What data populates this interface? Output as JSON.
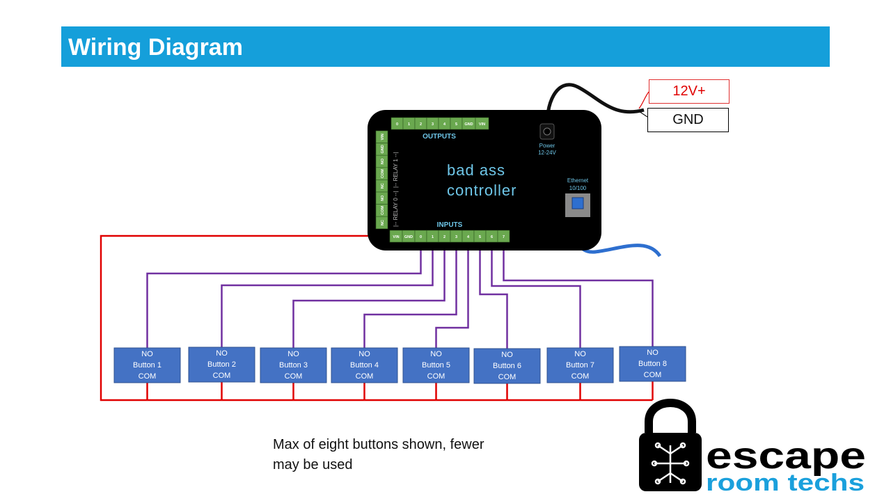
{
  "title": "Wiring Diagram",
  "power_labels": {
    "positive": "12V+",
    "ground": "GND"
  },
  "controller": {
    "name_line1": "bad ass",
    "name_line2": "controller",
    "outputs_label": "OUTPUTS",
    "inputs_label": "INPUTS",
    "power_label_line1": "Power",
    "power_label_line2": "12-24V",
    "ethernet_label_line1": "Ethernet",
    "ethernet_label_line2": "10/100",
    "output_pins": [
      "0",
      "1",
      "2",
      "3",
      "4",
      "5",
      "GND",
      "VIN"
    ],
    "input_pins": [
      "VIN",
      "GND",
      "0",
      "1",
      "2",
      "3",
      "4",
      "5",
      "6",
      "7"
    ],
    "relay_pins": [
      "VIN",
      "GND",
      "NO",
      "COM",
      "NC",
      "NO",
      "COM",
      "NC"
    ],
    "relay_label_1": "|-- RELAY 1 --|",
    "relay_label_0": "|-- RELAY 0 --|"
  },
  "buttons": [
    {
      "top": "NO",
      "name": "Button 1",
      "bottom": "COM"
    },
    {
      "top": "NO",
      "name": "Button 2",
      "bottom": "COM"
    },
    {
      "top": "NO",
      "name": "Button 3",
      "bottom": "COM"
    },
    {
      "top": "NO",
      "name": "Button 4",
      "bottom": "COM"
    },
    {
      "top": "NO",
      "name": "Button 5",
      "bottom": "COM"
    },
    {
      "top": "NO",
      "name": "Button 6",
      "bottom": "COM"
    },
    {
      "top": "NO",
      "name": "Button 7",
      "bottom": "COM"
    },
    {
      "top": "NO",
      "name": "Button 8",
      "bottom": "COM"
    }
  ],
  "note_line1": "Max of eight buttons shown, fewer",
  "note_line2": "may be used",
  "logo": {
    "word1": "escape",
    "word2": "room techs"
  },
  "colors": {
    "header": "#159fda",
    "controller_body": "#000000",
    "terminal": "#6aa84f",
    "button_fill": "#4472c4",
    "ground_wire": "#e00000",
    "input_wire": "#7030a0",
    "ethernet_cable": "#2e6fcf",
    "label_text": "#6ec6e8",
    "logo_blue": "#1aa0dc"
  }
}
